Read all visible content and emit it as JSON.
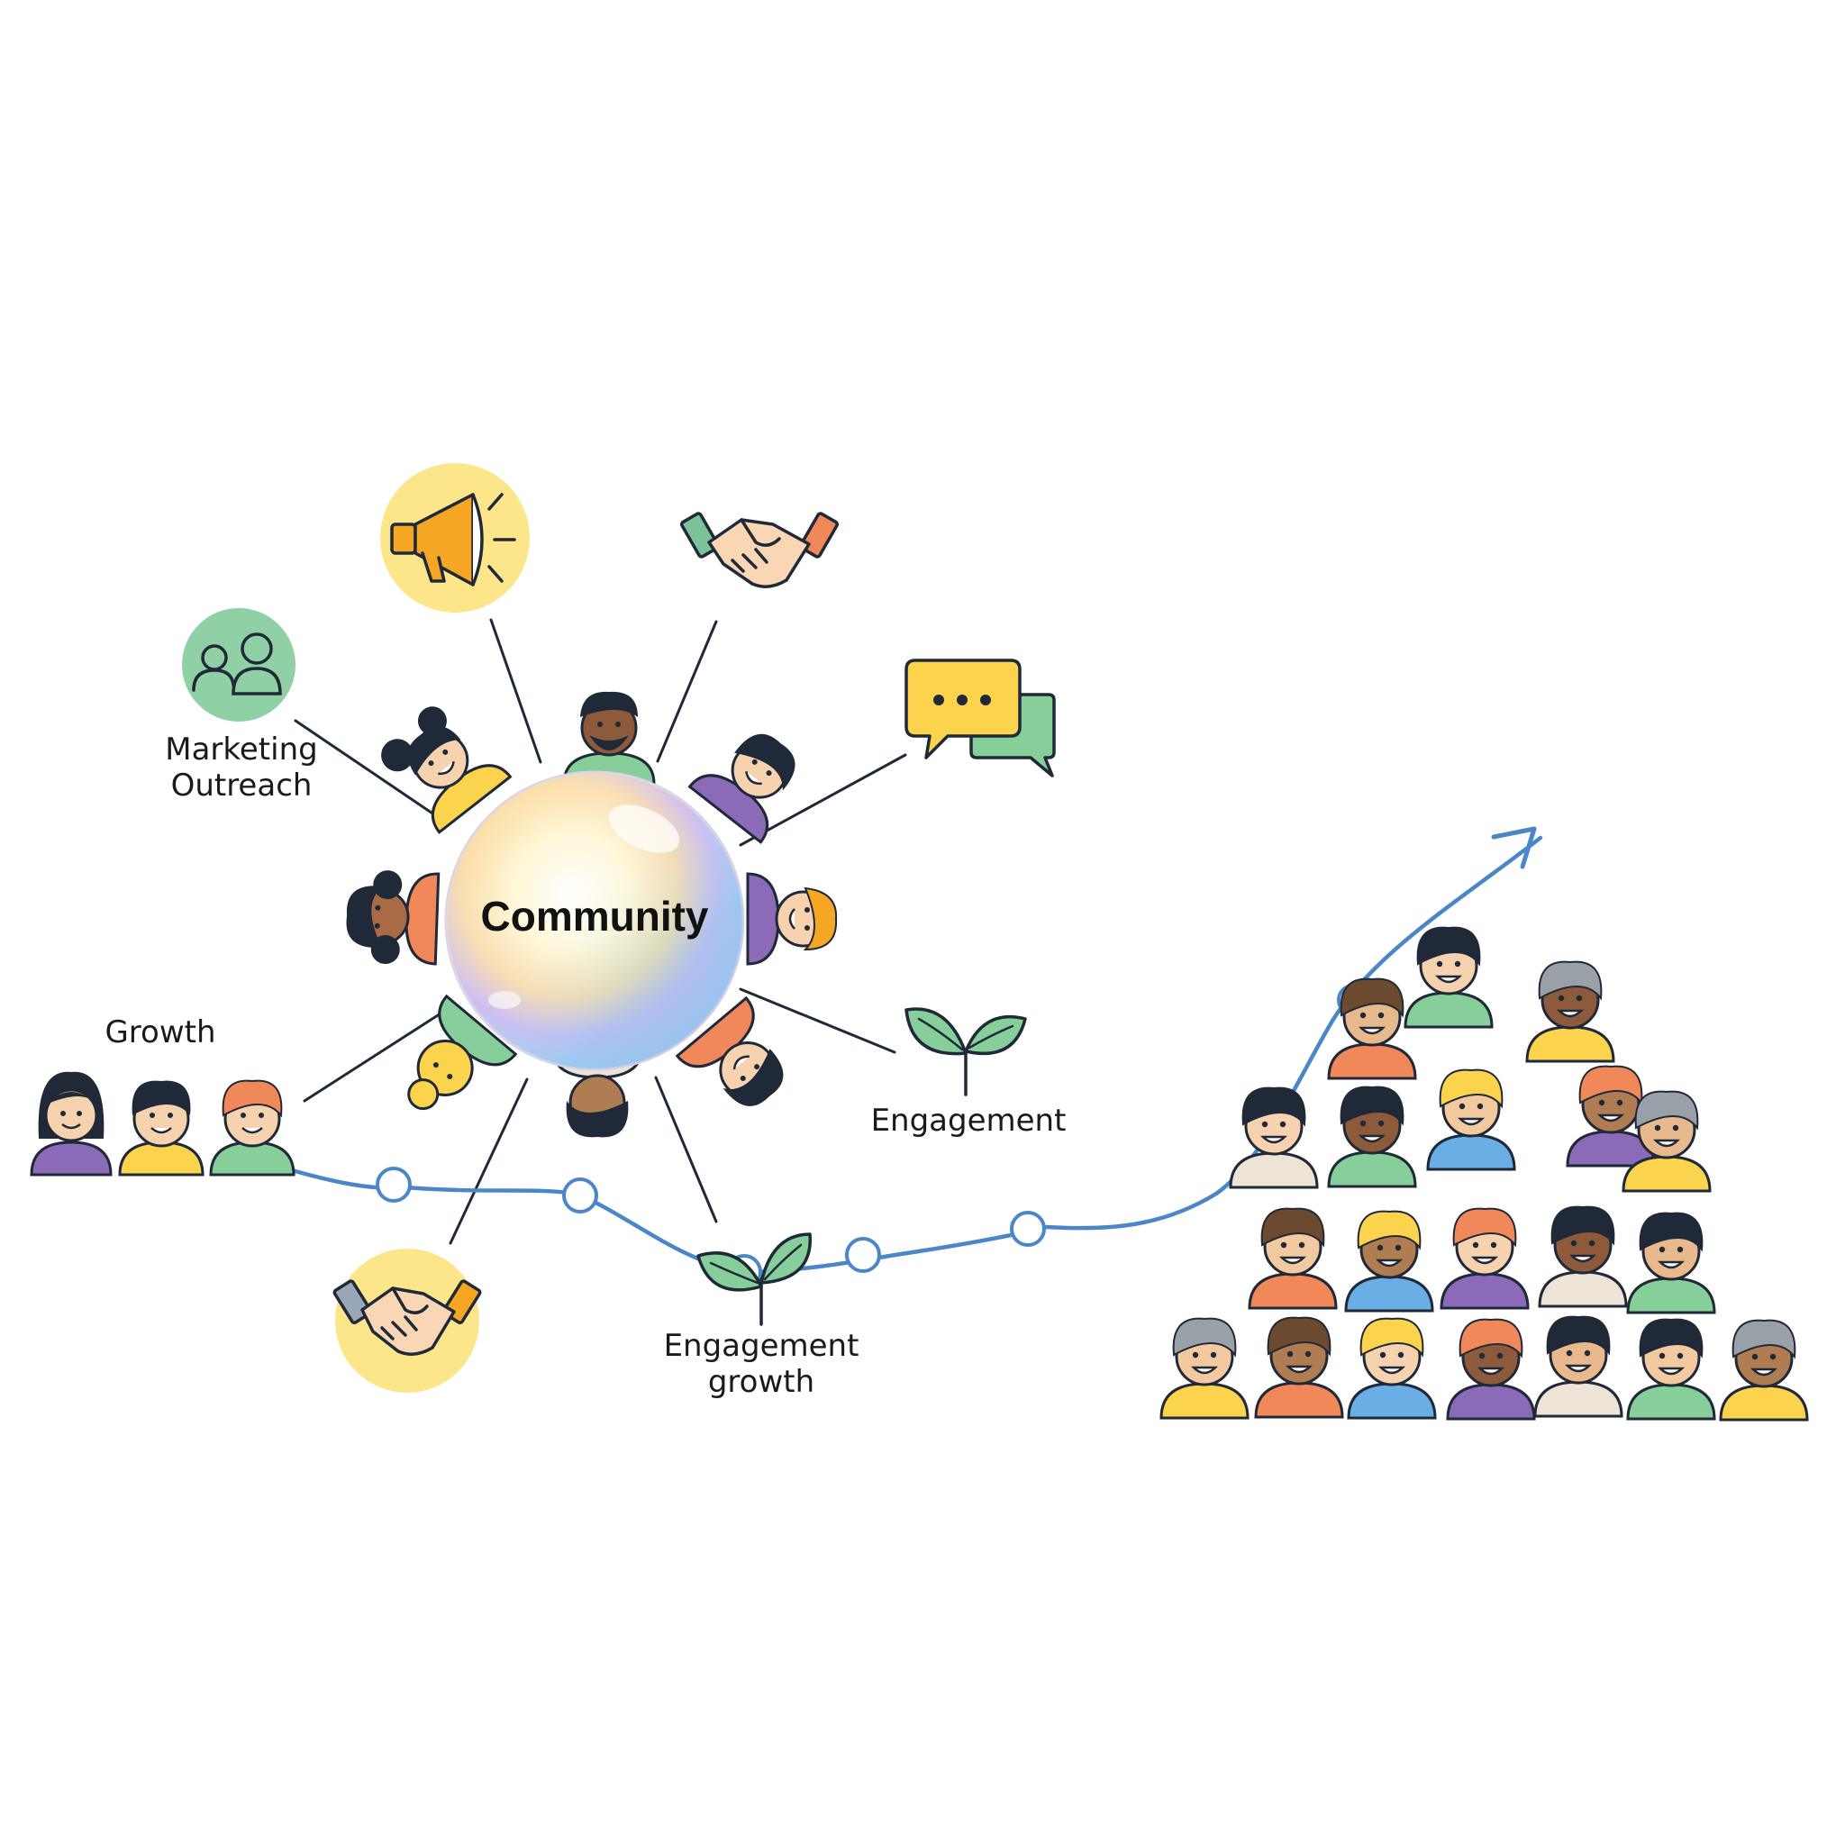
{
  "hub": {
    "label": "Community"
  },
  "labels": {
    "marketing_line1": "Marketing",
    "marketing_line2": "Outreach",
    "growth": "Growth",
    "engagement": "Engagement",
    "engagement_growth_line1": "Engagement",
    "engagement_growth_line2": "growth"
  },
  "nodes": [
    {
      "id": "people",
      "icon": "people-icon",
      "bg": "#8fd0a4"
    },
    {
      "id": "megaphone",
      "icon": "megaphone-icon",
      "bg": "#fde68a"
    },
    {
      "id": "handshake-top",
      "icon": "handshake-icon",
      "bg": "#ffffff"
    },
    {
      "id": "chat",
      "icon": "chat-bubbles-icon",
      "bg": "#ffffff"
    },
    {
      "id": "sprout-right",
      "icon": "sprout-icon",
      "bg": "#ffffff"
    },
    {
      "id": "handshake-bottom",
      "icon": "handshake-icon",
      "bg": "#fde68a"
    },
    {
      "id": "sprout-bottom",
      "icon": "sprout-icon",
      "bg": "#ffffff"
    }
  ],
  "colors": {
    "line": "#1f2937",
    "trend": "#4a86c8",
    "green": "#86cf9b",
    "yellow": "#fbd34d",
    "orange": "#f0885a",
    "purple": "#8b6bb8",
    "blue": "#6aaee6"
  },
  "trend": {
    "direction": "up",
    "waypoints": 6
  }
}
